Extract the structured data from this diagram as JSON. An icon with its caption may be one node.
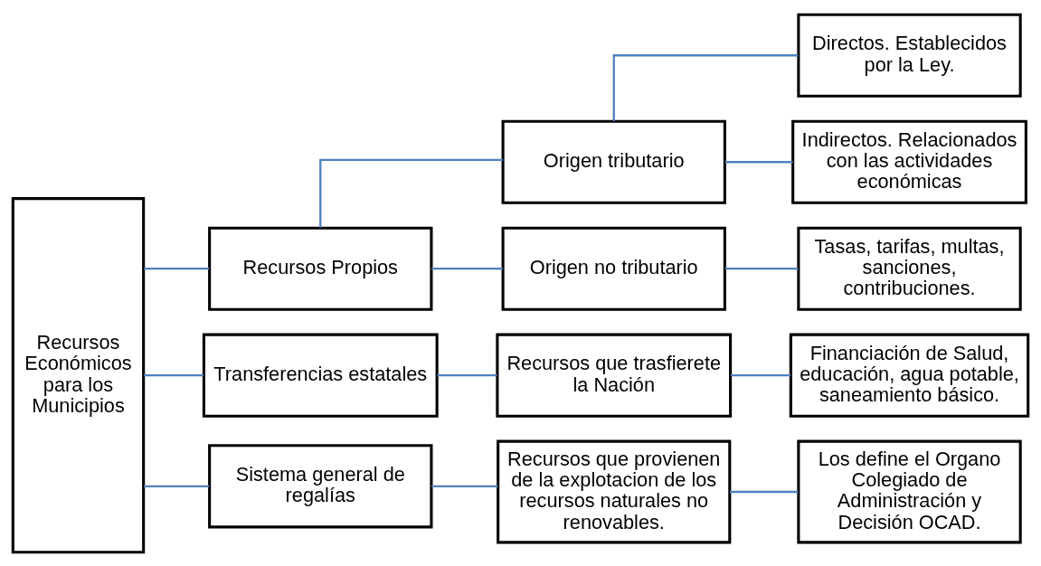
{
  "diagram": {
    "nodes": [
      {
        "text": [
          "Recursos Económicos para los Municipios"
        ]
      },
      {
        "text": [
          "Recursos Propios"
        ]
      },
      {
        "text": [
          "Origen tributario"
        ]
      },
      {
        "text": [
          "Directos. Establecidos por la Ley."
        ]
      },
      {
        "text": [
          "Indirectos. Relacionados con las actividades económicas"
        ]
      },
      {
        "text": [
          "Origen no tributario"
        ]
      },
      {
        "text": [
          "Tasas, tarifas, multas, sanciones, contribuciones."
        ]
      },
      {
        "text": [
          "Transferencias estatales"
        ]
      },
      {
        "text": [
          "Recursos que trasfierete la Nación"
        ]
      },
      {
        "text": [
          "Financiación de Salud, educación, agua potable, saneamiento básico."
        ]
      },
      {
        "text": [
          "Sistema general de regalías"
        ]
      },
      {
        "text": [
          "Recursos que provienen de la explotacion de los recursos naturales no renovables."
        ]
      },
      {
        "text": [
          "Los define el Organo Colegiado de Administración y Decisión OCAD."
        ]
      }
    ],
    "edges": [
      {
        "from": 0,
        "to": 1,
        "arrow": "none"
      },
      {
        "from": 0,
        "to": 7,
        "arrow": "none"
      },
      {
        "from": 0,
        "to": 10,
        "arrow": "none"
      },
      {
        "from": 1,
        "to": 2,
        "arrow": "none"
      },
      {
        "from": 1,
        "to": 5,
        "arrow": "none"
      },
      {
        "from": 2,
        "to": 3,
        "arrow": "none"
      },
      {
        "from": 2,
        "to": 4,
        "arrow": "none"
      },
      {
        "from": 5,
        "to": 6,
        "arrow": "none"
      },
      {
        "from": 7,
        "to": 8,
        "arrow": "none"
      },
      {
        "from": 8,
        "to": 9,
        "arrow": "none"
      },
      {
        "from": 10,
        "to": 11,
        "arrow": "none"
      },
      {
        "from": 11,
        "to": 12,
        "arrow": "none"
      }
    ]
  }
}
